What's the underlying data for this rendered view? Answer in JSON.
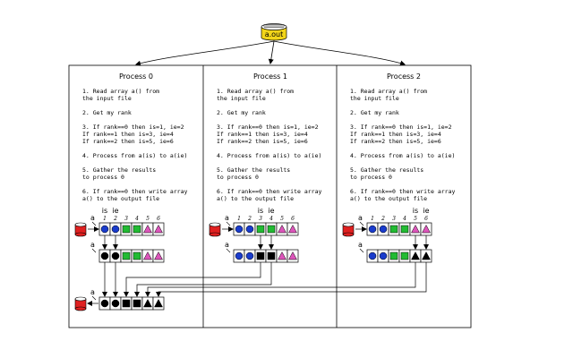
{
  "exe_label": "a.out",
  "array_label": "a",
  "pointer_is": "is",
  "pointer_ie": "ie",
  "colors": {
    "blue": "#1a3ccc",
    "green": "#22bb33",
    "pink": "#dd55bb",
    "disk": "#e02020",
    "exe": "#f2d51a"
  },
  "processes": [
    {
      "title": "Process 0",
      "steps": [
        [
          "1. Read array a() from",
          "   the input file"
        ],
        [
          "2. Get my rank"
        ],
        [
          "3. If rank==0 then is=1, ie=2",
          "   If rank==1 then is=3, ie=4",
          "   If rank==2 then is=5, ie=6"
        ],
        [
          "4. Process from a(is) to a(ie)"
        ],
        [
          "5. Gather the results",
          "   to process 0"
        ],
        [
          "6. If rank==0 then write array",
          "   a() to the output file"
        ]
      ],
      "indices": [
        "1",
        "2",
        "3",
        "4",
        "5",
        "6"
      ],
      "row1": [
        "circle-blue",
        "circle-blue",
        "square-green",
        "square-green",
        "triangle-pink",
        "triangle-pink"
      ],
      "row2": [
        "circle-black",
        "circle-black",
        "square-green",
        "square-green",
        "triangle-pink",
        "triangle-pink"
      ]
    },
    {
      "title": "Process 1",
      "steps": [
        [
          "1. Read array a() from",
          "   the input file"
        ],
        [
          "2. Get my rank"
        ],
        [
          "3. If rank==0 then is=1, ie=2",
          "   If rank==1 then is=3, ie=4",
          "   If rank==2 then is=5, ie=6"
        ],
        [
          "4. Process from a(is) to a(ie)"
        ],
        [
          "5. Gather the results",
          "   to process 0"
        ],
        [
          "6. If rank==0 then write array",
          "   a() to the output file"
        ]
      ],
      "indices": [
        "1",
        "2",
        "3",
        "4",
        "5",
        "6"
      ],
      "row1": [
        "circle-blue",
        "circle-blue",
        "square-green",
        "square-green",
        "triangle-pink",
        "triangle-pink"
      ],
      "row2": [
        "circle-blue",
        "circle-blue",
        "square-black",
        "square-black",
        "triangle-pink",
        "triangle-pink"
      ]
    },
    {
      "title": "Process 2",
      "steps": [
        [
          "1. Read array a() from",
          "   the input file"
        ],
        [
          "2. Get my rank"
        ],
        [
          "3. If rank==0 then is=1, ie=2",
          "   If rank==1 then is=3, ie=4",
          "   If rank==2 then is=5, ie=6"
        ],
        [
          "4. Process from a(is) to a(ie)"
        ],
        [
          "5. Gather the results",
          "   to process 0"
        ],
        [
          "6. If rank==0 then write array",
          "   a() to the output file"
        ]
      ],
      "indices": [
        "1",
        "2",
        "3",
        "4",
        "5",
        "6"
      ],
      "row1": [
        "circle-blue",
        "circle-blue",
        "square-green",
        "square-green",
        "triangle-pink",
        "triangle-pink"
      ],
      "row2": [
        "circle-blue",
        "circle-blue",
        "square-green",
        "square-green",
        "triangle-black",
        "triangle-black"
      ]
    }
  ],
  "gathered": [
    "circle-black",
    "circle-black",
    "square-black",
    "square-black",
    "triangle-black",
    "triangle-black"
  ],
  "pointer_positions": [
    1,
    3,
    5
  ]
}
